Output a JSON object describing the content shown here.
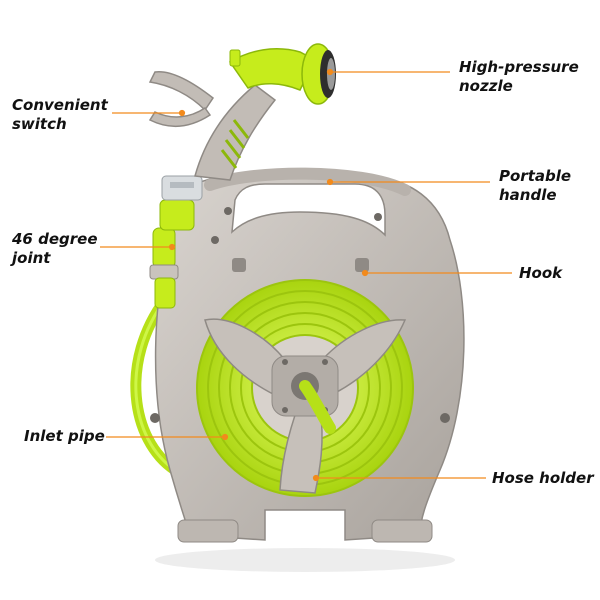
{
  "callouts": {
    "nozzle": {
      "line1": "High-pressure",
      "line2": "nozzle"
    },
    "switch": {
      "line1": "Convenient",
      "line2": "switch"
    },
    "handle": {
      "line1": "Portable",
      "line2": "handle"
    },
    "joint": {
      "line1": "46 degree",
      "line2": "joint"
    },
    "hook": {
      "line1": "Hook"
    },
    "inlet": {
      "line1": "Inlet pipe"
    },
    "holder": {
      "line1": "Hose holder"
    }
  },
  "colors": {
    "body_gray": "#c9c3bd",
    "body_shadow": "#9e9993",
    "hose_green": "#c6ec1c",
    "hose_dark": "#8cb80a",
    "callout_orange": "#f28a1c",
    "metal": "#d9dde0"
  }
}
